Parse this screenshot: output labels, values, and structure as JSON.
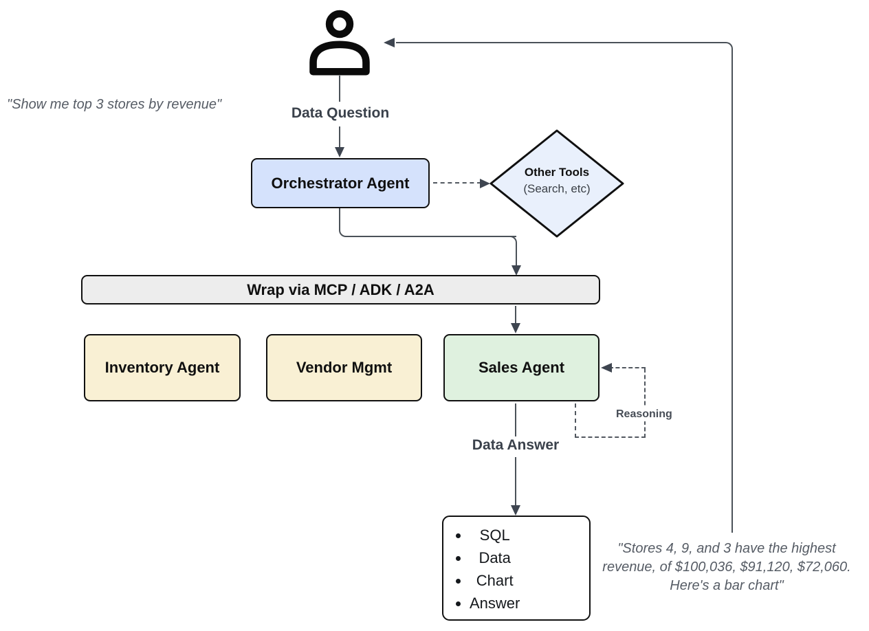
{
  "diagram": {
    "user_quote": "\"Show me top 3 stores by revenue\"",
    "labels": {
      "data_question": "Data Question",
      "data_answer": "Data Answer",
      "reasoning": "Reasoning"
    },
    "nodes": {
      "orchestrator": {
        "label": "Orchestrator Agent"
      },
      "other_tools": {
        "title": "Other Tools",
        "subtitle": "(Search, etc)"
      },
      "wrap_bar": {
        "label": "Wrap via MCP / ADK / A2A"
      },
      "inventory": {
        "label": "Inventory Agent"
      },
      "vendor": {
        "label": "Vendor Mgmt"
      },
      "sales": {
        "label": "Sales Agent"
      },
      "output": {
        "items": [
          "SQL",
          "Data",
          "Chart",
          "Answer"
        ]
      }
    },
    "answer_quote_lines": {
      "line1": "\"Stores 4, 9, and 3 have the highest",
      "line2": "revenue, of $100,036, $91,120, $72,060.",
      "line3": "Here's a bar chart\""
    },
    "colors": {
      "orchestrator_fill": "#d5e2fc",
      "other_tools_fill": "#e9f0fc",
      "wrap_bar_fill": "#ededed",
      "worker_fill": "#f9f0d4",
      "sales_fill": "#dff1df",
      "node_border": "#101010",
      "connector": "#4a5158",
      "flow_label_text": "#3a414b",
      "quote_text": "#565c65"
    }
  }
}
